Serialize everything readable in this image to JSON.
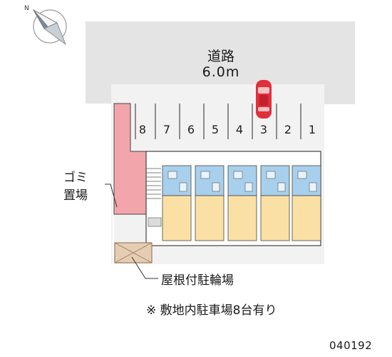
{
  "compass": {
    "north_label": "N",
    "icon": "compass-rose-icon"
  },
  "road": {
    "name": "道路",
    "width": "6.0m"
  },
  "parking": {
    "slots": [
      "8",
      "7",
      "6",
      "5",
      "4",
      "3",
      "2",
      "1"
    ]
  },
  "vehicle": {
    "icon": "red-car-icon",
    "color": "#e0303a"
  },
  "labels": {
    "garbage_line1": "ゴミ",
    "garbage_line2": "置場",
    "bike_parking": "屋根付駐輪場",
    "note": "※ 敷地内駐車場8台有り",
    "code": "040192"
  },
  "colors": {
    "road": "#e4e4e4",
    "lot": "#f2f2f2",
    "stair": "#f2a6ab",
    "unit_upper": "#a8d0ec",
    "unit_lower": "#fbe0a6",
    "bike_shed": "#e5cdb3"
  },
  "building": {
    "unit_count": 5
  }
}
